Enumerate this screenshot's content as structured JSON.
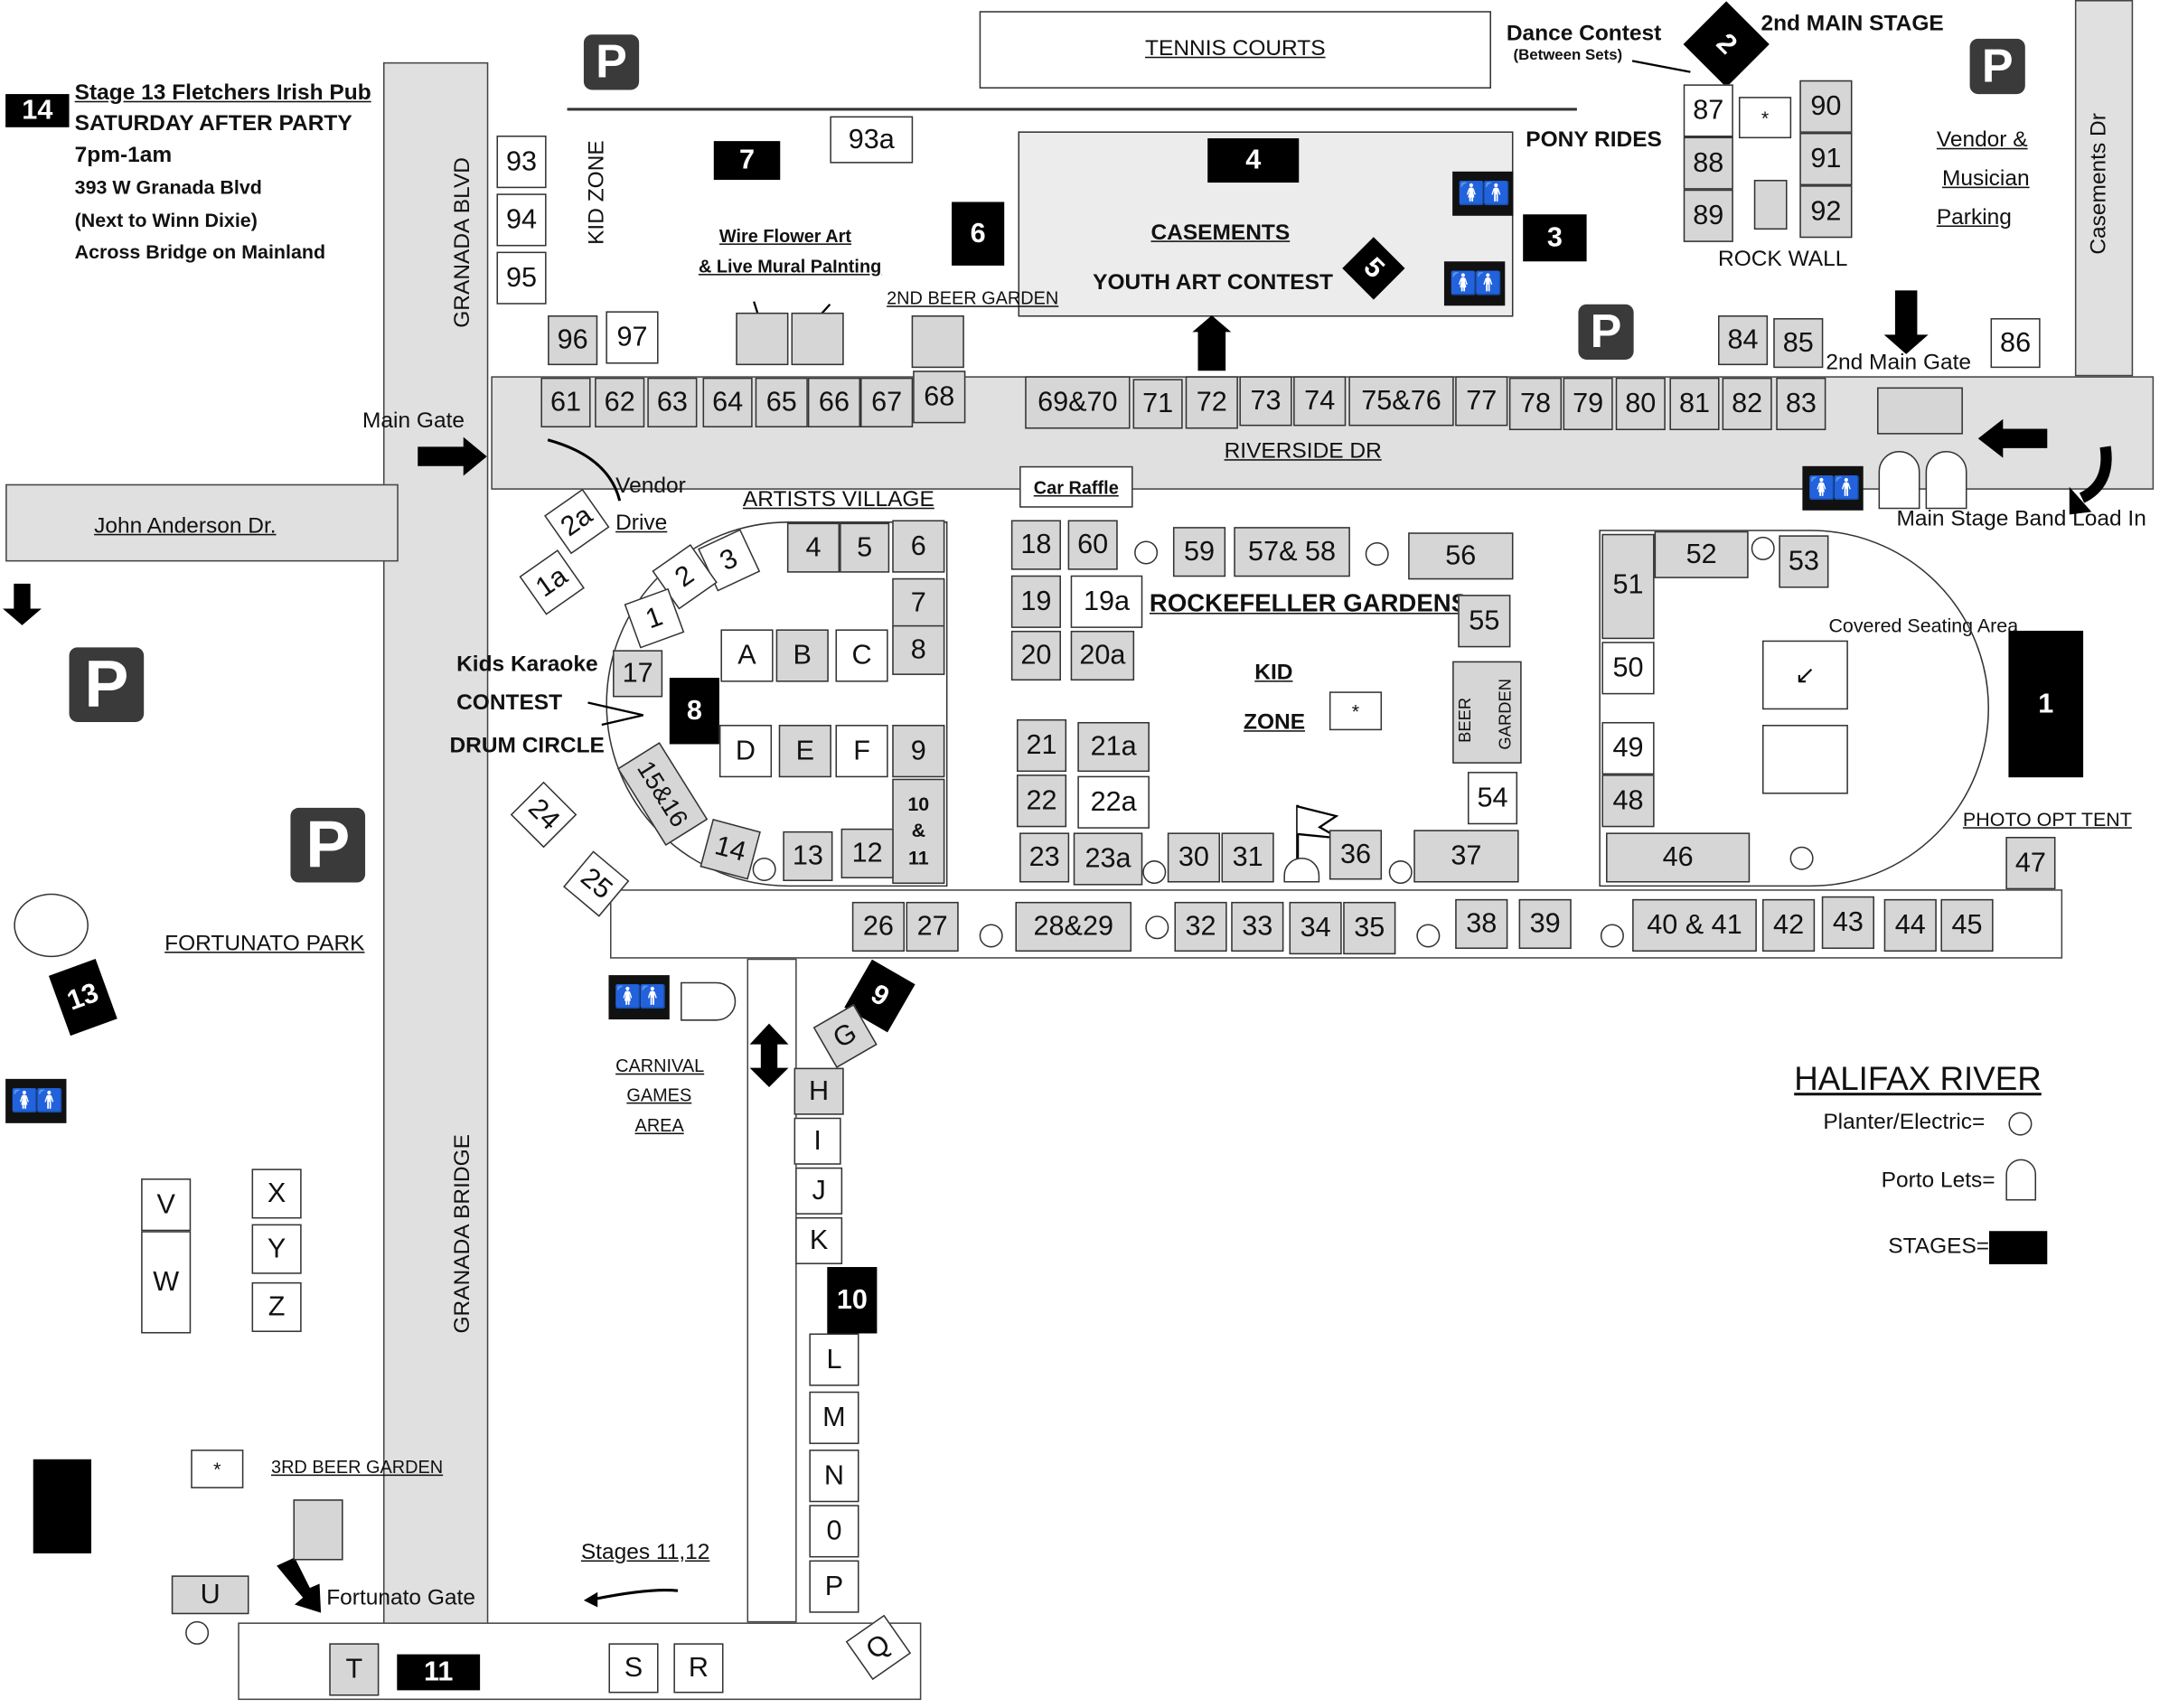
{
  "roads": {
    "granada_blvd": "GRANADA BLVD",
    "granada_bridge": "GRANADA BRIDGE",
    "riverside_dr": "RIVERSIDE DR",
    "john_anderson": "John Anderson Dr.",
    "casements_dr": "Casements Dr"
  },
  "labels": {
    "tennis": "TENNIS COURTS",
    "dance_contest": "Dance Contest",
    "between_sets": "(Between Sets)",
    "second_main_stage": "2nd MAIN STAGE",
    "pony_rides": "PONY RIDES",
    "casements": "CASEMENTS",
    "youth_art": "YOUTH ART  CONTEST",
    "wire_flower": "Wire  Flower Art",
    "live_mural": "& Live Mural PaInting",
    "beer_garden_2": "2ND BEER GARDEN",
    "kid_zone_vert": "KID ZONE",
    "rock_wall": "ROCK  WALL",
    "vendor_parking_1": "Vendor &",
    "vendor_parking_2": "Musician",
    "vendor_parking_3": "Parking",
    "second_main_gate": "2nd Main Gate",
    "main_gate": "Main Gate",
    "vendor_drive_1": "Vendor",
    "vendor_drive_2": "Drive",
    "artists_village": "ARTISTS VILLAGE",
    "car_raffle": "Car Raffle",
    "rockefeller": "ROCKEFELLER GARDENS",
    "kid": "KID",
    "zone": "ZONE",
    "beer": "BEER",
    "garden": "GARDEN",
    "covered_seating": "Covered Seating Area",
    "band_load": "Main Stage Band Load In",
    "photo_opt": "PHOTO OPT TENT",
    "kids_karaoke": "Kids Karaoke",
    "contest": "CONTEST",
    "drum_circle": "DRUM CIRCLE",
    "fortunato_park": "FORTUNATO PARK",
    "carnival_1": "CARNIVAL",
    "carnival_2": "GAMES",
    "carnival_3": "AREA",
    "halifax": "HALIFAX RIVER",
    "legend_planter": "Planter/Electric=",
    "legend_porto": "Porto Lets=",
    "legend_stages": "STAGES=",
    "beer_garden_3": "3RD BEER GARDEN",
    "fortunato_gate": "Fortunato Gate",
    "stages_11_12": "Stages 11,12",
    "star": "*",
    "pub_1": "Stage 13 Fletchers Irish Pub",
    "pub_2": "SATURDAY AFTER PARTY",
    "pub_3": "7pm-1am",
    "pub_4": "393 W Granada Blvd",
    "pub_5": "(Next to Winn Dixie)",
    "pub_6": "Across Bridge on Mainland",
    "parking": "P",
    "restroom": "🚺🚹"
  },
  "stages": [
    "1",
    "2",
    "3",
    "4",
    "5",
    "6",
    "7",
    "8",
    "9",
    "10",
    "11",
    "13",
    "14"
  ],
  "booths_top": [
    "61",
    "62",
    "63",
    "64",
    "65",
    "66",
    "67",
    "68",
    "69&70",
    "71",
    "72",
    "73",
    "74",
    "75&76",
    "77",
    "78",
    "79",
    "80",
    "81",
    "82",
    "83",
    "84",
    "85",
    "86"
  ],
  "booths_nw": [
    "93",
    "94",
    "95",
    "96",
    "97",
    "93a"
  ],
  "booths_ne": [
    "87",
    "88",
    "89",
    "90",
    "91",
    "92"
  ],
  "booths_artists": [
    "1",
    "1a",
    "2",
    "2a",
    "3",
    "4",
    "5",
    "6",
    "7",
    "8",
    "9",
    "10",
    "&",
    "11",
    "12",
    "13",
    "14",
    "15&16",
    "17",
    "24",
    "25",
    "A",
    "B",
    "C",
    "D",
    "E",
    "F"
  ],
  "booths_rock": [
    "18",
    "60",
    "19",
    "19a",
    "20",
    "20a",
    "21",
    "21a",
    "22",
    "22a",
    "23",
    "23a",
    "30",
    "31",
    "36",
    "37",
    "54",
    "55",
    "56",
    "57& 58",
    "59"
  ],
  "booths_east": [
    "51",
    "52",
    "53",
    "50",
    "49",
    "48",
    "46",
    "47"
  ],
  "booths_bottom": [
    "26",
    "27",
    "28&29",
    "32",
    "33",
    "34",
    "35",
    "38",
    "39",
    "40 & 41",
    "42",
    "43",
    "44",
    "45"
  ],
  "booths_carnival": [
    "G",
    "H",
    "I",
    "J",
    "K",
    "L",
    "M",
    "0",
    "P",
    "Q",
    "R",
    "S",
    "T",
    "U",
    "V",
    "W",
    "X",
    "Y",
    "Z"
  ]
}
